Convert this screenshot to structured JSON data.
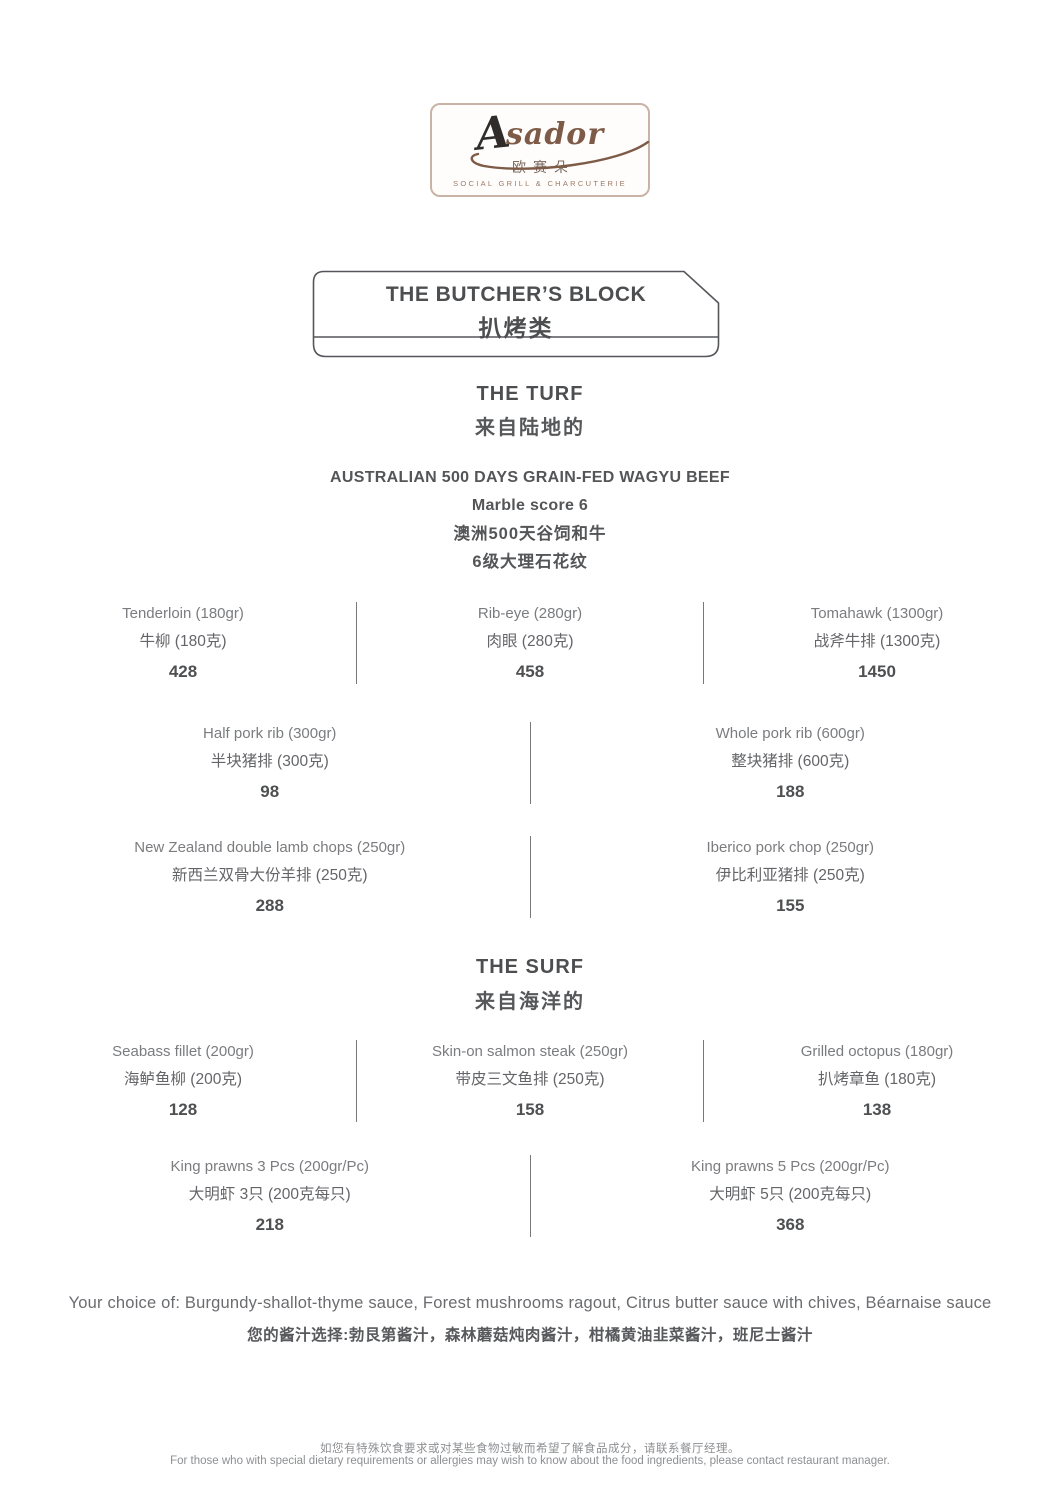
{
  "colors": {
    "brand_brown": "#7d5b47",
    "logo_border": "#c9b3a7",
    "ink_dark": "#4d4e50",
    "ink_mid": "#7b7c7f"
  },
  "logo": {
    "initial": "A",
    "rest": "sador",
    "zh": "欧赛朵",
    "tagline": "SOCIAL GRILL & CHARCUTERIE"
  },
  "banner": {
    "en": "THE BUTCHER’S BLOCK",
    "zh": "扒烤类"
  },
  "turf": {
    "title_en": "THE TURF",
    "title_zh": "来自陆地的",
    "intro1": "AUSTRALIAN 500 DAYS GRAIN-FED WAGYU BEEF",
    "intro2": "Marble score 6",
    "intro3": "澳洲500天谷饲和牛",
    "intro4": "6级大理石花纹",
    "items": {
      "tenderloin": {
        "en": "Tenderloin (180gr)",
        "zh": "牛柳 (180克)",
        "price": "428"
      },
      "ribeye": {
        "en": "Rib-eye (280gr)",
        "zh": "肉眼 (280克)",
        "price": "458"
      },
      "tomahawk": {
        "en": "Tomahawk (1300gr)",
        "zh": "战斧牛排 (1300克)",
        "price": "1450"
      },
      "half_pork_rib": {
        "en": "Half pork rib (300gr)",
        "zh": "半块猪排 (300克)",
        "price": "98"
      },
      "whole_pork_rib": {
        "en": "Whole pork rib (600gr)",
        "zh": "整块猪排 (600克)",
        "price": "188"
      },
      "lamb_chops": {
        "en": "New Zealand double lamb chops (250gr)",
        "zh": "新西兰双骨大份羊排 (250克)",
        "price": "288"
      },
      "iberico": {
        "en": "Iberico pork chop (250gr)",
        "zh": "伊比利亚猪排 (250克)",
        "price": "155"
      }
    }
  },
  "surf": {
    "title_en": "THE SURF",
    "title_zh": "来自海洋的",
    "items": {
      "seabass": {
        "en": "Seabass fillet (200gr)",
        "zh": "海鲈鱼柳 (200克)",
        "price": "128"
      },
      "salmon": {
        "en": "Skin-on salmon steak (250gr)",
        "zh": "带皮三文鱼排 (250克)",
        "price": "158"
      },
      "octopus": {
        "en": "Grilled octopus (180gr)",
        "zh": "扒烤章鱼 (180克)",
        "price": "138"
      },
      "prawns3": {
        "en": "King prawns 3 Pcs (200gr/Pc)",
        "zh": "大明虾 3只 (200克每只)",
        "price": "218"
      },
      "prawns5": {
        "en": "King prawns 5 Pcs (200gr/Pc)",
        "zh": "大明虾 5只 (200克每只)",
        "price": "368"
      }
    }
  },
  "sauces": {
    "en": "Your choice of: Burgundy-shallot-thyme sauce, Forest mushrooms ragout, Citrus butter sauce with chives, Béarnaise sauce",
    "zh": "您的酱汁选择:勃艮第酱汁，森林蘑菇炖肉酱汁，柑橘黄油韭菜酱汁，班尼士酱汁"
  },
  "footer": {
    "zh": "如您有特殊饮食要求或对某些食物过敏而希望了解食品成分，请联系餐厅经理。",
    "en": "For those who with special dietary requirements or allergies may wish to know about the food ingredients, please contact restaurant manager."
  }
}
